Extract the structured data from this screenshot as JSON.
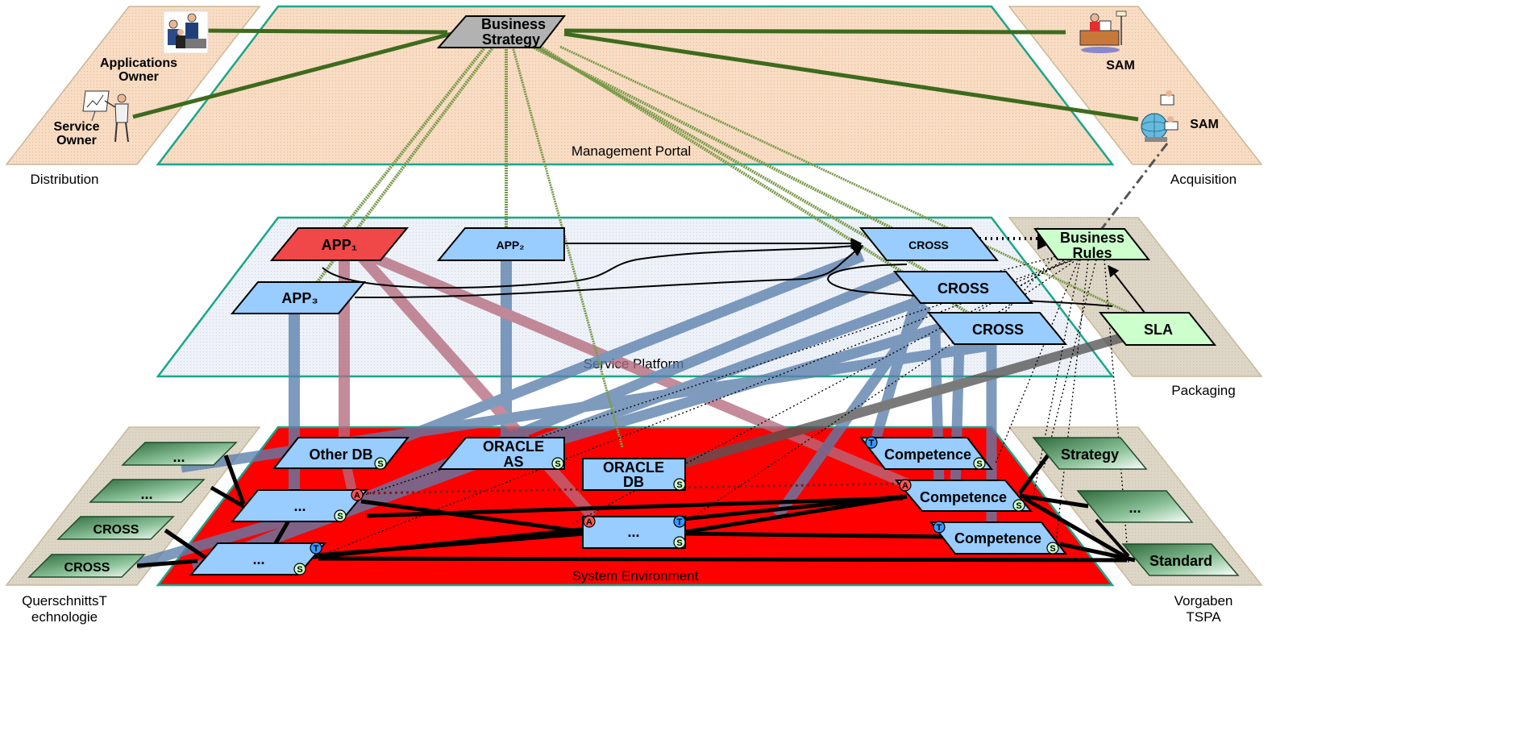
{
  "planes": {
    "management": "Management Portal",
    "service": "Service Platform",
    "system": "System Environment"
  },
  "side_labels": {
    "distribution": "Distribution",
    "acquisition": "Acquisition",
    "packaging": "Packaging",
    "querschnitts_1": "QuerschnittsT",
    "querschnitts_2": "echnologie",
    "vorgaben_1": "Vorgaben",
    "vorgaben_2": "TSPA"
  },
  "people": {
    "applications_owner_1": "Applications",
    "applications_owner_2": "Owner",
    "service_owner_1": "Service",
    "service_owner_2": "Owner",
    "sam_top": "SAM",
    "sam_right": "SAM"
  },
  "nodes": {
    "business_strategy_1": "Business",
    "business_strategy_2": "Strategy",
    "app1": "APP₁",
    "app2": "APP₂",
    "app3": "APP₃",
    "cross_1": "CROSS",
    "cross_2": "CROSS",
    "cross_3": "CROSS",
    "business_rules_1": "Business",
    "business_rules_2": "Rules",
    "sla": "SLA",
    "other_db": "Other DB",
    "oracle_as_1": "ORACLE",
    "oracle_as_2": "AS",
    "oracle_db_1": "ORACLE",
    "oracle_db_2": "DB",
    "competence_1": "Competence",
    "competence_2": "Competence",
    "competence_3": "Competence",
    "ellipsis_left_top": "...",
    "ellipsis_left_bottom": "...",
    "ellipsis_center": "...",
    "left_ellipsis_1": "...",
    "left_ellipsis_2": "...",
    "left_cross_1": "CROSS",
    "left_cross_2": "CROSS",
    "strategy": "Strategy",
    "right_ellipsis": "...",
    "standard": "Standard"
  },
  "badges": {
    "s": "S",
    "a": "A",
    "t": "T"
  },
  "colors": {
    "plane_peach": "#f8dcc4",
    "plane_blue": "#e8eef6",
    "plane_grey": "#ddd6c6",
    "plane_red": "#ff0000",
    "plane_border": "#1aa68a",
    "node_blue": "#99ccff",
    "node_red": "#f04848",
    "node_green": "#ccffcc",
    "node_grey": "#b2b2b2",
    "dark_green": "#2e6b3c",
    "line_olive": "#3d6b1e",
    "band_blue": "#5b7fad",
    "band_red": "#b56b7e"
  }
}
